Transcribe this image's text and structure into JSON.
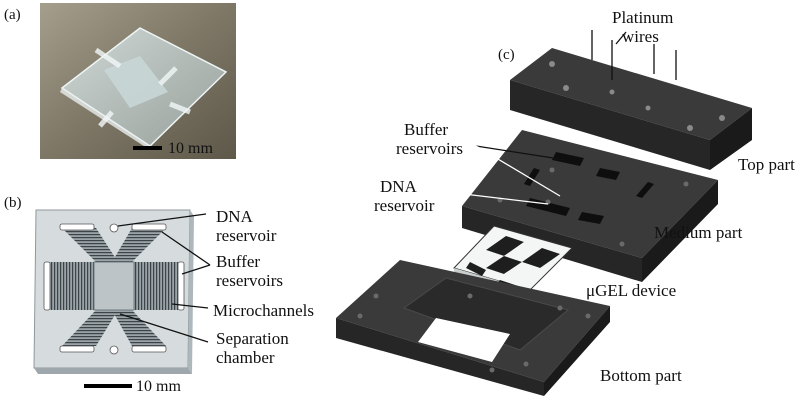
{
  "panels": {
    "a": "(a)",
    "b": "(b)",
    "c": "(c)"
  },
  "panel_a": {
    "scale_bar": "10 mm"
  },
  "panel_b": {
    "scale_bar": "10 mm",
    "labels": {
      "dna_reservoir": [
        "DNA",
        "reservoir"
      ],
      "buffer_reservoirs": [
        "Buffer",
        "reservoirs"
      ],
      "microchannels": "Microchannels",
      "separation_chamber": [
        "Separation",
        "chamber"
      ]
    }
  },
  "panel_c": {
    "labels": {
      "platinum_wires": [
        "Platinum",
        "wires"
      ],
      "buffer_reservoirs": [
        "Buffer",
        "reservoirs"
      ],
      "dna_reservoir": [
        "DNA",
        "reservoir"
      ],
      "top_part": "Top part",
      "medium_part": "Medium part",
      "ugel_device": "μGEL device",
      "bottom_part": "Bottom part"
    }
  },
  "colors": {
    "block_top": "#3a3a3a",
    "block_side": "#1a1a1a",
    "block_front": "#262626",
    "chip_gray": "#b9c2c6",
    "photo_bg": "#7a7464"
  }
}
